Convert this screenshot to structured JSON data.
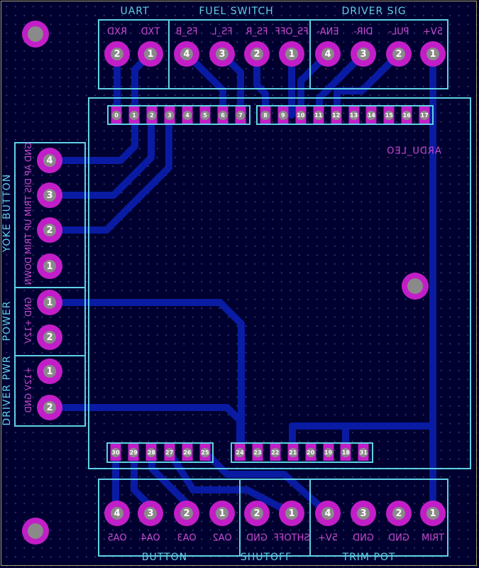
{
  "board_label": "ARDU_LEO",
  "top_connectors": [
    {
      "title": "UART",
      "pins": [
        {
          "num": "2",
          "label": "RXD"
        },
        {
          "num": "1",
          "label": "TXD"
        }
      ]
    },
    {
      "title": "FUEL SWITCH",
      "pins": [
        {
          "num": "4",
          "label": "FS_B"
        },
        {
          "num": "3",
          "label": "FS_L"
        },
        {
          "num": "2",
          "label": "FS_R"
        },
        {
          "num": "1",
          "label": "FS_OFF"
        }
      ]
    },
    {
      "title": "DRIVER SIG",
      "pins": [
        {
          "num": "4",
          "label": "ENA-"
        },
        {
          "num": "3",
          "label": "DIR-"
        },
        {
          "num": "2",
          "label": "PUL-"
        },
        {
          "num": "1",
          "label": "5V+"
        }
      ]
    }
  ],
  "bottom_connectors": [
    {
      "title": "BUTTON",
      "pins": [
        {
          "num": "4",
          "label": "OA5"
        },
        {
          "num": "3",
          "label": "OA4"
        },
        {
          "num": "2",
          "label": "OA3"
        },
        {
          "num": "1",
          "label": "OA2"
        }
      ]
    },
    {
      "title": "SHUTOFF",
      "pins": [
        {
          "num": "2",
          "label": "GND"
        },
        {
          "num": "1",
          "label": "SHTOFF"
        }
      ]
    },
    {
      "title": "TRIM POT",
      "pins": [
        {
          "num": "4",
          "label": "5V+"
        },
        {
          "num": "3",
          "label": "GND"
        },
        {
          "num": "2",
          "label": "GND"
        },
        {
          "num": "1",
          "label": "TRIM"
        }
      ]
    }
  ],
  "left_connectors": [
    {
      "title": "YOKE BUTTON",
      "pins": [
        {
          "num": "4",
          "label": "TRIM DOWN"
        },
        {
          "num": "3",
          "label": "TRIM UP"
        },
        {
          "num": "2",
          "label": "AP DIS"
        },
        {
          "num": "1",
          "label": "GND"
        }
      ]
    },
    {
      "title": "POWER",
      "pins": [
        {
          "num": "1",
          "label": "+12V"
        },
        {
          "num": "2",
          "label": "GND"
        }
      ]
    },
    {
      "title": "DRIVER PWR",
      "pins": [
        {
          "num": "1",
          "label": "GND"
        },
        {
          "num": "2",
          "label": "+12V"
        }
      ]
    }
  ],
  "headers": {
    "top_left": [
      "0",
      "1",
      "2",
      "3",
      "4",
      "5",
      "6",
      "7"
    ],
    "top_right": [
      "8",
      "9",
      "10",
      "11",
      "12",
      "13",
      "14",
      "15",
      "16",
      "17"
    ],
    "bottom_left": [
      "30",
      "29",
      "28",
      "27",
      "26",
      "25"
    ],
    "bottom_right": [
      "24",
      "23",
      "22",
      "21",
      "20",
      "19",
      "18",
      "31"
    ]
  }
}
